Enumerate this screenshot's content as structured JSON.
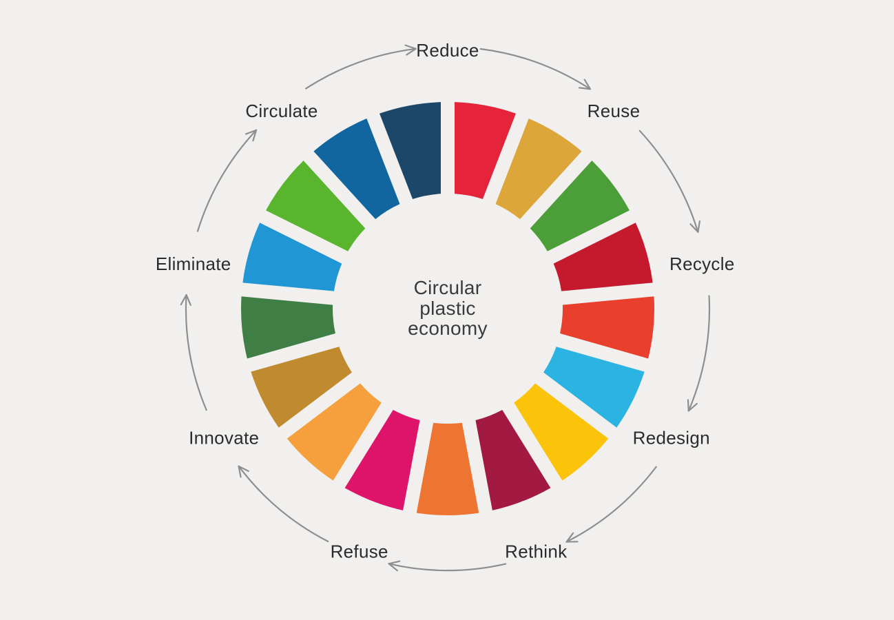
{
  "background_color": "#f1f0ee",
  "center_label": {
    "lines": [
      "Circular",
      "plastic",
      "economy"
    ],
    "text_color": "#3b3b3b"
  },
  "cycle": {
    "label_color": "#2b2b2b",
    "arrow_color": "#8e8e8e",
    "steps": [
      {
        "label": "Reduce"
      },
      {
        "label": "Reuse"
      },
      {
        "label": "Recycle"
      },
      {
        "label": "Redesign"
      },
      {
        "label": "Rethink"
      },
      {
        "label": "Refuse"
      },
      {
        "label": "Innovate"
      },
      {
        "label": "Eliminate"
      },
      {
        "label": "Circulate"
      }
    ]
  },
  "wheel": {
    "segments": [
      {
        "color": "#E5243B"
      },
      {
        "color": "#DDA63A"
      },
      {
        "color": "#4C9F38"
      },
      {
        "color": "#C5192D"
      },
      {
        "color": "#E8402D"
      },
      {
        "color": "#2BB4E1"
      },
      {
        "color": "#FCC30B"
      },
      {
        "color": "#A21942"
      },
      {
        "color": "#EE7431"
      },
      {
        "color": "#DE146B"
      },
      {
        "color": "#F5A03C"
      },
      {
        "color": "#BF8B2E"
      },
      {
        "color": "#3F7E44"
      },
      {
        "color": "#2196D5"
      },
      {
        "color": "#59B52D"
      },
      {
        "color": "#12669F"
      },
      {
        "color": "#1C4769"
      }
    ]
  }
}
